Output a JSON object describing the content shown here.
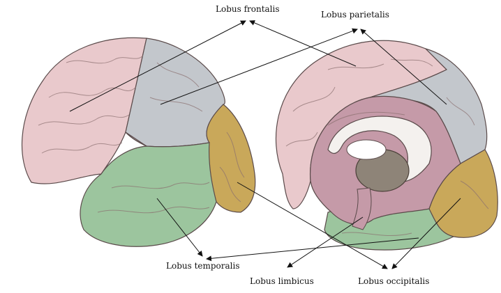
{
  "labels": {
    "frontalis": "Lobus frontalis",
    "parietalis": "Lobus parietalis",
    "temporalis": "Lobus temporalis",
    "limbicus": "Lobus limbicus",
    "occipitalis": "Lobus occipitalis"
  },
  "colors": {
    "frontal": "#e9c9cc",
    "parietal": "#c3c7cc",
    "temporal": "#9cc59e",
    "occipital": "#c9a85a",
    "limbic": "#c59aa8",
    "outline": "#5a4a4a",
    "arrow": "#111111"
  }
}
